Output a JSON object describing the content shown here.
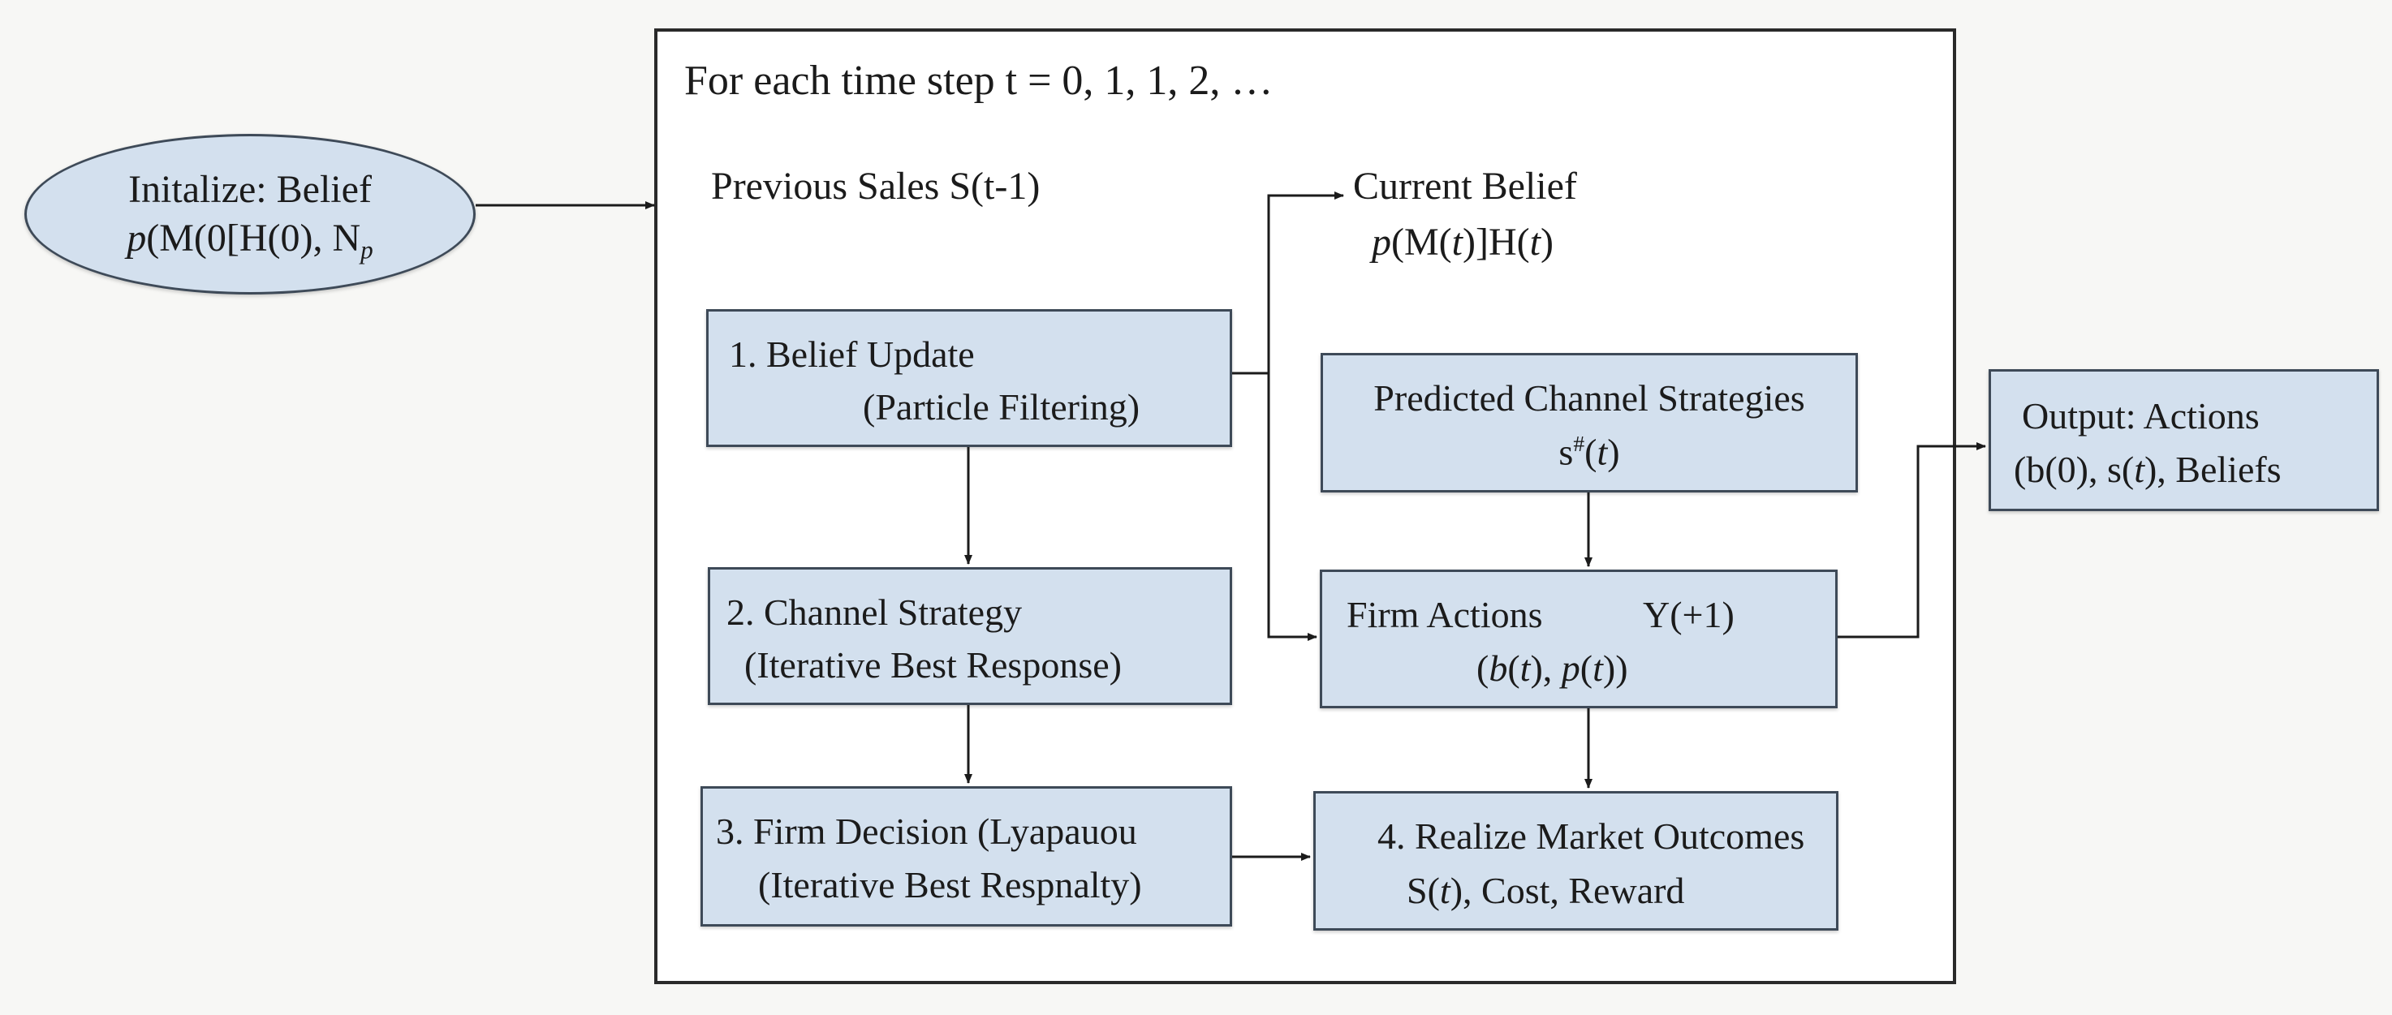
{
  "loop_label": "For each time step t = 0, 1, 1, 2, …",
  "init": {
    "line1": "Initalize: Belief",
    "line2_p": "p",
    "line2_rest": "(M(0[H(0), N",
    "line2_sub": "p"
  },
  "previous_sales": "Previous Sales S(t-1)",
  "current_belief": {
    "line1": "Current Belief",
    "line2_p": "p",
    "line2_a": "(M(",
    "line2_t1": "t",
    "line2_b": ")]H(",
    "line2_t2": "t",
    "line2_c": ")"
  },
  "box1": {
    "line1": "1. Belief Update",
    "line2": "(Particle Filtering)"
  },
  "box2": {
    "line1": "2.  Channel Strategy",
    "line2": "(Iterative Best Response)"
  },
  "box3": {
    "line1": "3. Firm Decision (Lyapauou",
    "line2": "(Iterative Best Respnalty)"
  },
  "predicted": {
    "line1": "Predicted Channel Strategies",
    "line2_a": "s",
    "line2_sup": "#",
    "line2_b": "(",
    "line2_t": "t",
    "line2_c": ")"
  },
  "firm_actions": {
    "title": "Firm Actions",
    "annot": "Y(+1)",
    "l2_a": "(",
    "l2_b": "b",
    "l2_c": "(",
    "l2_d": "t",
    "l2_e": "), ",
    "l2_f": "p",
    "l2_g": "(",
    "l2_h": "t",
    "l2_i": "))"
  },
  "realize": {
    "line1": "4. Realize Market Outcomes",
    "l2_a": "S(",
    "l2_t": "t",
    "l2_b": "), Cost, Reward"
  },
  "output": {
    "line1": "Output: Actions",
    "l2_a": "(b(0), s(",
    "l2_t": "t",
    "l2_b": "), Beliefs"
  },
  "colors": {
    "box_fill": "#d3e0ee",
    "box_border": "#3e4a58",
    "frame_border": "#2a2a2a",
    "arrow": "#1b1b1b"
  }
}
